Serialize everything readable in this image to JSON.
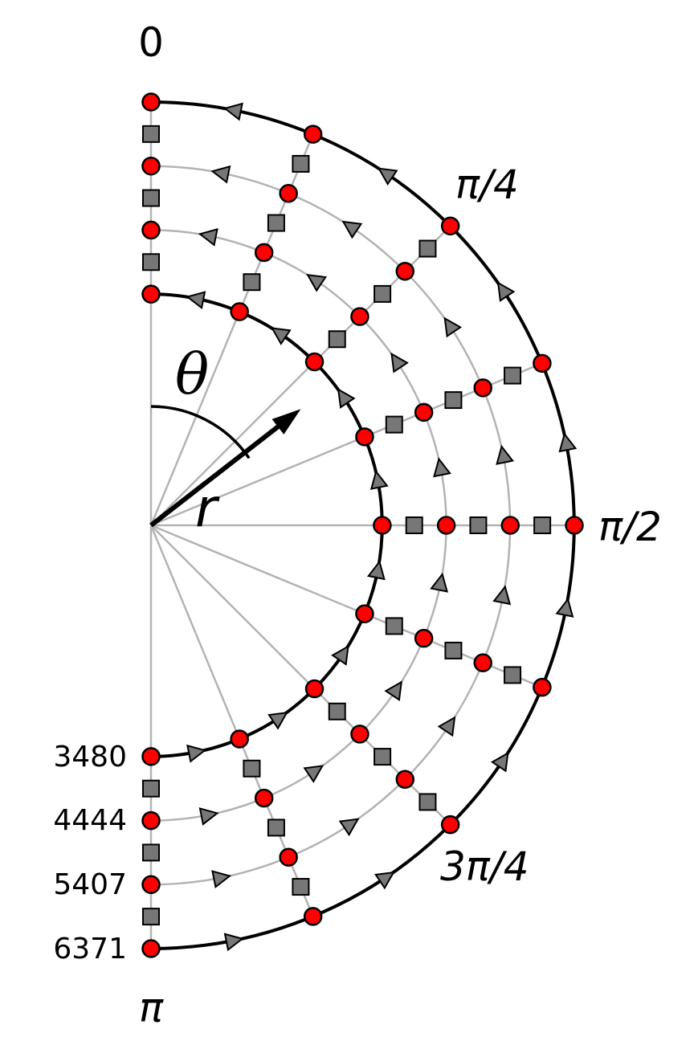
{
  "figure": {
    "theta_symbol": "θ",
    "r_symbol": "r",
    "angle_labels": [
      {
        "text": "0",
        "theta": 0
      },
      {
        "text": "π/4",
        "theta": 0.7853981634
      },
      {
        "text": "π/2",
        "theta": 1.5707963268
      },
      {
        "text": "3π/4",
        "theta": 2.3561944902
      },
      {
        "text": "π",
        "theta": 3.1415926536
      }
    ],
    "radius_labels": [
      "3480",
      "4444",
      "5407",
      "6371"
    ],
    "radii": [
      3480,
      4444,
      5407,
      6371
    ],
    "inner_boundary_radius": 3480,
    "outer_boundary_radius": 6371,
    "grid_angle_count": 8,
    "colors": {
      "node_fill": "#ff0000",
      "marker_fill": "#777777",
      "boundary": "#000000",
      "grid": "#b3b3b3"
    }
  }
}
